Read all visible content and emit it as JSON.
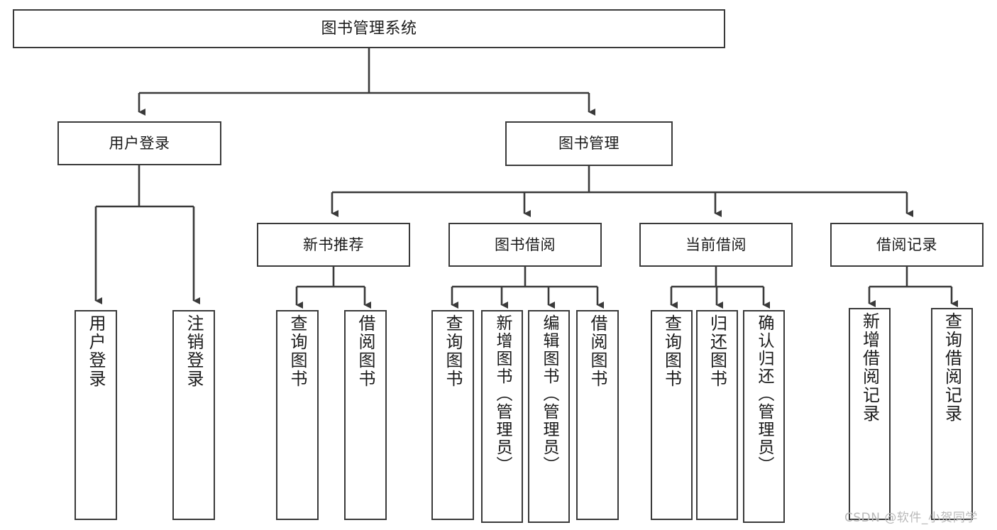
{
  "diagram": {
    "title": "图书管理系统",
    "type": "hierarchy-tree",
    "root": {
      "label": "图书管理系统"
    },
    "level2": [
      {
        "label": "用户登录"
      },
      {
        "label": "图书管理"
      }
    ],
    "level3": [
      {
        "label": "新书推荐"
      },
      {
        "label": "图书借阅"
      },
      {
        "label": "当前借阅"
      },
      {
        "label": "借阅记录"
      }
    ],
    "leaves": {
      "user_login": [
        {
          "label": "用户登录"
        },
        {
          "label": "注销登录"
        }
      ],
      "new_book_recommend": [
        {
          "label": "查询图书"
        },
        {
          "label": "借阅图书"
        }
      ],
      "book_borrow": [
        {
          "label": "查询图书"
        },
        {
          "label": "新增图书（管理员）"
        },
        {
          "label": "编辑图书（管理员）"
        },
        {
          "label": "借阅图书"
        }
      ],
      "current_borrow": [
        {
          "label": "查询图书"
        },
        {
          "label": "归还图书"
        },
        {
          "label": "确认归还（管理员）"
        }
      ],
      "borrow_records": [
        {
          "label": "新增借阅记录"
        },
        {
          "label": "查询借阅记录"
        }
      ]
    },
    "watermark": "CSDN @软件_小贺同学",
    "colors": {
      "line": "#3a3a3a",
      "box_border": "#3a3a3a",
      "box_fill": "#ffffff",
      "text": "#1b1b1b",
      "watermark": "#b9b9b9"
    }
  }
}
